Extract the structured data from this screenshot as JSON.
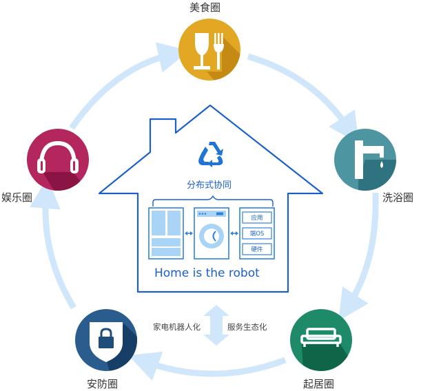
{
  "circles": {
    "food": {
      "label": "美食圈",
      "color": "#e2a824",
      "shadow": "#c58a14"
    },
    "bath": {
      "label": "洗浴圈",
      "color": "#4e95a2",
      "shadow": "#2f7280"
    },
    "living": {
      "label": "起居圈",
      "color": "#1f8a67",
      "shadow": "#0f6547"
    },
    "security": {
      "label": "安防圈",
      "color": "#2a5d8e",
      "shadow": "#173e66"
    },
    "entertainment": {
      "label": "娱乐圈",
      "color": "#b3265e",
      "shadow": "#8a1443"
    }
  },
  "house": {
    "title": "分布式协同",
    "slogan": "Home is the robot",
    "stack_items": [
      "应用",
      "端OS",
      "硬件"
    ]
  },
  "exchange": {
    "left_label": "家电机器人化",
    "right_label": "服务生态化"
  },
  "colors": {
    "ring": "#cfe6fb",
    "house_line": "#1a5fcc",
    "appliance": "#2f80dd",
    "appliance_light": "#a9d4f5",
    "exchange_arrow": "#cfe6fb"
  },
  "icons": {
    "food": "wine-glass-fork-icon",
    "bath": "faucet-icon",
    "living": "sofa-icon",
    "security": "shield-lock-icon",
    "entertainment": "headphones-icon",
    "recycle": "recycle-icon"
  }
}
